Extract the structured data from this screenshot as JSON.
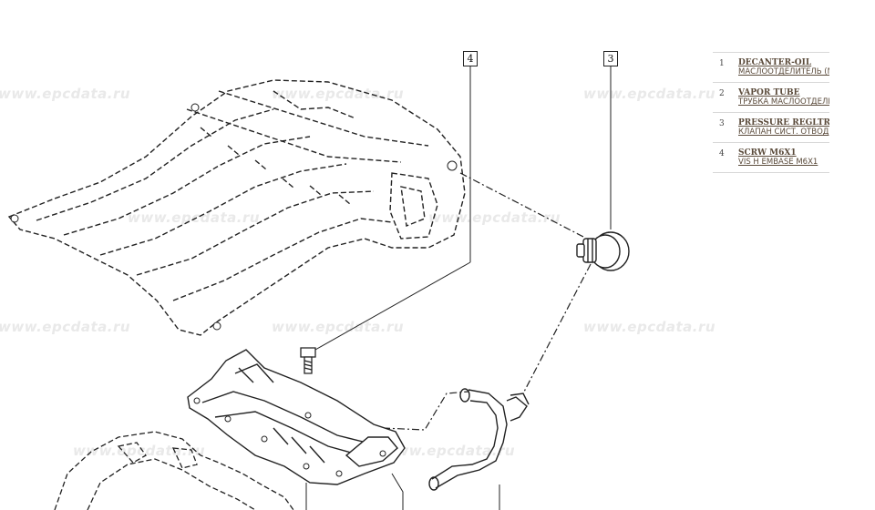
{
  "watermark": "www.epcdata.ru",
  "callouts": [
    "4",
    "3"
  ],
  "parts": [
    {
      "num": "1",
      "name": "DECANTER-OIL",
      "desc": "МАСЛООТДЕЛИТЕЛЬ (М"
    },
    {
      "num": "2",
      "name": "VAPOR TUBE",
      "desc": "ТРУБКА МАСЛООТДЕЛИ"
    },
    {
      "num": "3",
      "name": "PRESSURE REGLTR",
      "desc": "КЛАПАН СИСТ. ОТВОД"
    },
    {
      "num": "4",
      "name": "SCRW M6X1",
      "desc": "VIS H EMBASE M6X1"
    }
  ]
}
